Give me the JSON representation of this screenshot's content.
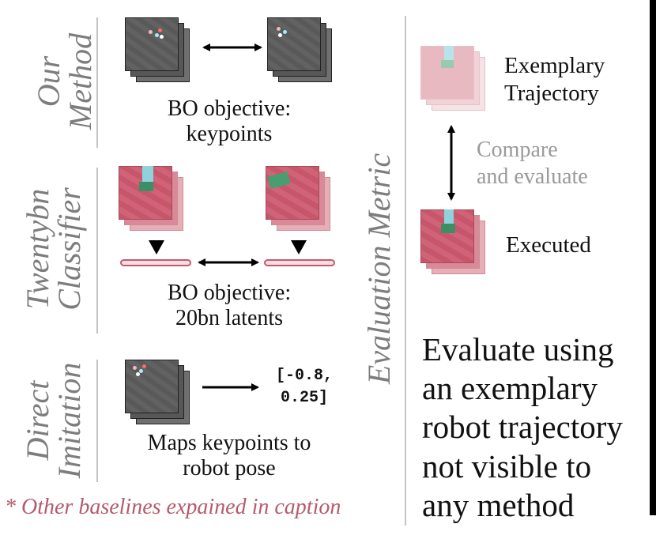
{
  "sections": {
    "our_method": {
      "label_lines": [
        "Our",
        "Method"
      ],
      "caption_lines": [
        "BO objective:",
        "keypoints"
      ]
    },
    "twentybn": {
      "label_lines": [
        "Twentybn",
        "Classifier"
      ],
      "caption_lines": [
        "BO objective:",
        "20bn latents"
      ]
    },
    "direct_imitation": {
      "label_lines": [
        "Direct",
        "Imitation"
      ],
      "output_lines": [
        "[-0.8,",
        "0.25]"
      ],
      "caption_lines": [
        "Maps keypoints to",
        "robot pose"
      ]
    }
  },
  "footnote": "* Other baselines expained in caption",
  "evaluation": {
    "label": "Evaluation Metric",
    "exemplary_lines": [
      "Exemplary",
      "Trajectory"
    ],
    "compare_lines": [
      "Compare",
      "and evaluate"
    ],
    "executed": "Executed",
    "summary_lines": [
      "Evaluate using",
      "an exemplary",
      "robot trajectory",
      "not visible to",
      "any method"
    ]
  },
  "colors": {
    "label_gray": "#7d7d7d",
    "compare_gray": "#9a9a9a",
    "footnote": "#b55a6c",
    "divider": "#c4c4c4"
  }
}
